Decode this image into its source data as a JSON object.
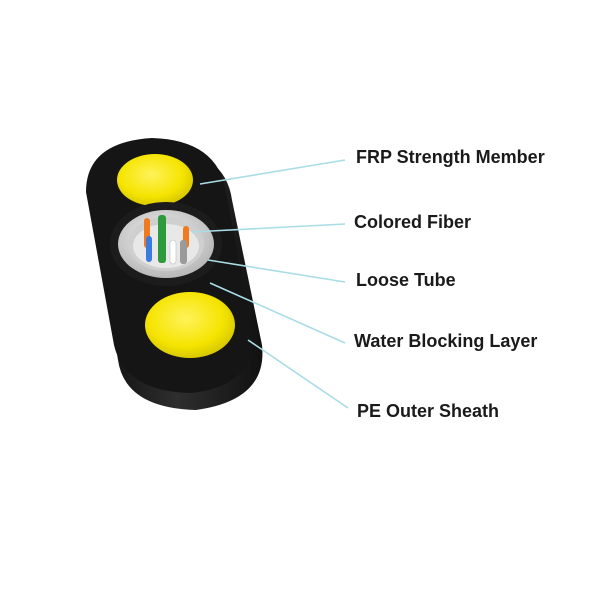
{
  "diagram": {
    "labels": {
      "frp_strength_member": "FRP Strength Member",
      "colored_fiber": "Colored Fiber",
      "loose_tube": "Loose Tube",
      "water_blocking_layer": "Water Blocking Layer",
      "pe_outer_sheath": "PE Outer Sheath"
    },
    "colors": {
      "sheath": "#141414",
      "sheath_side": "#2a2a2a",
      "strength_member": "#f5e400",
      "loose_tube": "#d9d9d9",
      "tube_interior": "#3a3a3a",
      "leader_line": "#a9dde6",
      "label_text": "#1a1a1a"
    },
    "fiber_colors": [
      "#f07a1f",
      "#2e9a3e",
      "#3a7be0",
      "#f07a1f",
      "#ffffff",
      "#9a9a9a"
    ]
  }
}
